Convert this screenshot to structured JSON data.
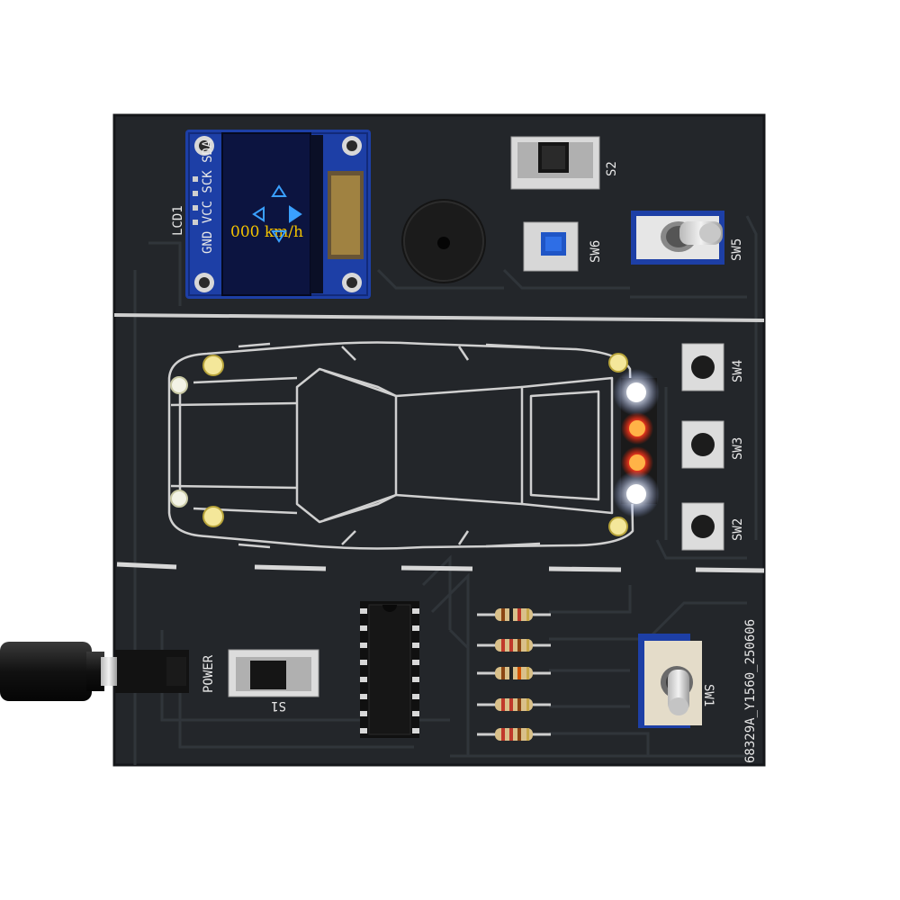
{
  "labels": {
    "lcd": "LCD1",
    "lcd_pins": "GND VCC SCK SDA",
    "oled_text": "000 km/h",
    "s2": "S2",
    "sw6": "SW6",
    "sw5": "SW5",
    "sw4": "SW4",
    "sw3": "SW3",
    "sw2": "SW2",
    "power": "POWER",
    "s1": "S1",
    "sw1": "SW1",
    "board_id": "68329A_Y1560_250606"
  },
  "colors": {
    "board": "#23262a",
    "silkscreen": "#e8e8e8",
    "oled_screen": "#0c1440",
    "oled_text": "#f2c200",
    "oled_arrows": "#3aa0ff",
    "led_white": "#ffffff",
    "led_red": "#ff3b1f",
    "led_yellow": "#f4e79a"
  },
  "icons": {
    "oled_arrows": [
      "arrow-up-icon",
      "arrow-left-icon",
      "arrow-down-icon",
      "arrow-right-icon"
    ]
  },
  "leds": {
    "rear_cluster": [
      "white",
      "red",
      "red",
      "white"
    ]
  }
}
